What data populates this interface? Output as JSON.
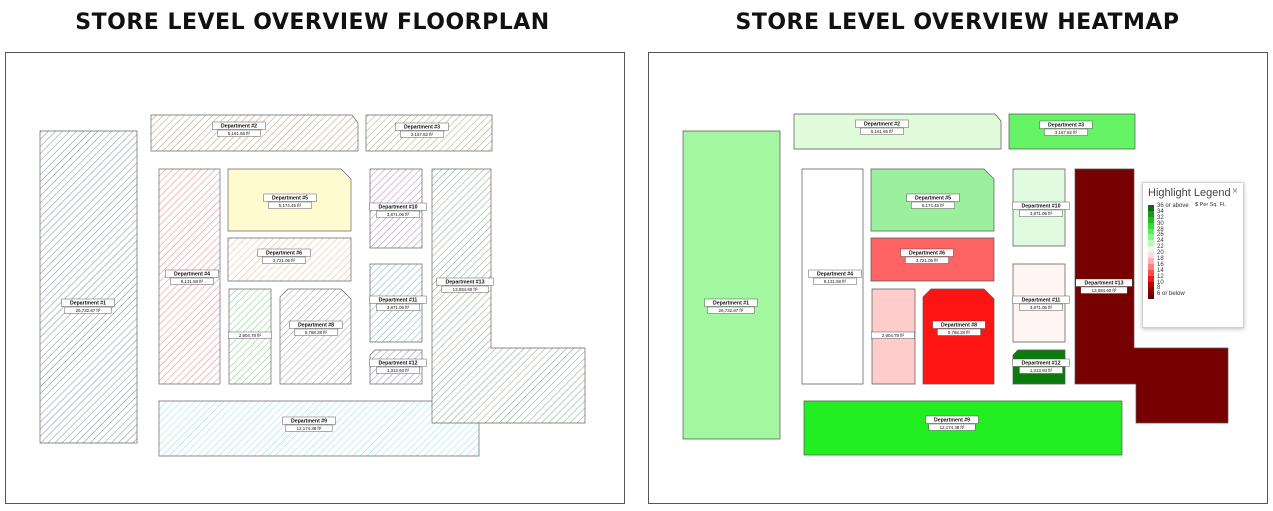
{
  "titles": {
    "floorplan": "STORE LEVEL OVERVIEW FLOORPLAN",
    "heatmap": "STORE LEVEL OVERVIEW HEATMAP"
  },
  "departments": [
    {
      "id": "d1",
      "name": "Department #1",
      "area": "26,732.87 ft²",
      "fp_color": "#5a6f8a",
      "hm_color": "#a3f7a0"
    },
    {
      "id": "d2",
      "name": "Department #2",
      "area": "5,161.65 ft²",
      "fp_color": "#a57a5e",
      "hm_color": "#dffbd9"
    },
    {
      "id": "d3",
      "name": "Department #3",
      "area": "3,167.82 ft²",
      "fp_color": "#9d8c62",
      "hm_color": "#66f466"
    },
    {
      "id": "d4",
      "name": "Department #4",
      "area": "8,131.58 ft²",
      "fp_color": "#e16363",
      "hm_color": "#ffffff"
    },
    {
      "id": "d5",
      "name": "Department #5",
      "area": "5,174.45 ft²",
      "fp_color": "#fffbd0",
      "hm_color": "#9cef9c"
    },
    {
      "id": "d6",
      "name": "Department #6",
      "area": "3,721.05 ft²",
      "fp_color": "#e0a77a",
      "hm_color": "#ff6464"
    },
    {
      "id": "d7",
      "name": "",
      "area": "2,904.78 ft²",
      "fp_color": "#57c057",
      "hm_color": "#ffcccc"
    },
    {
      "id": "d8",
      "name": "Department #8",
      "area": "5,788.28 ft²",
      "fp_color": "#8c8c8c",
      "hm_color": "#ff1414"
    },
    {
      "id": "d9",
      "name": "Department #9",
      "area": "12,174.38 ft²",
      "fp_color": "#6fd8d8",
      "hm_color": "#22ee22"
    },
    {
      "id": "d10",
      "name": "Department #10",
      "area": "3,871.06 ft²",
      "fp_color": "#a85cb8",
      "hm_color": "#e0fbdd"
    },
    {
      "id": "d11",
      "name": "Department #11",
      "area": "3,871.06 ft²",
      "fp_color": "#5c91ad",
      "hm_color": "#fff5f5"
    },
    {
      "id": "d12",
      "name": "Department #12",
      "area": "1,313.93 ft²",
      "fp_color": "#7b63b0",
      "hm_color": "#0d7a0d"
    },
    {
      "id": "d13",
      "name": "Department #13",
      "area": "13,084.60 ft²",
      "fp_color": "#5f8f5f",
      "hm_color": "#770000"
    }
  ],
  "legend": {
    "title": "Highlight Legend",
    "close": "×",
    "subtitle": "$ Per Sq. Ft.",
    "labels": [
      "36 or above",
      "34",
      "32",
      "30",
      "28",
      "26",
      "24",
      "22",
      "20",
      "18",
      "16",
      "14",
      "12",
      "10",
      "8",
      "6 or below"
    ],
    "colors": [
      "#0b6e0b",
      "#189818",
      "#22bb22",
      "#33dd33",
      "#55f055",
      "#88f588",
      "#b8f8b8",
      "#e6fce6",
      "#ffdddd",
      "#ffb0b0",
      "#ff8080",
      "#ff4c4c",
      "#ee1a1a",
      "#c00000",
      "#900000",
      "#680000"
    ]
  }
}
